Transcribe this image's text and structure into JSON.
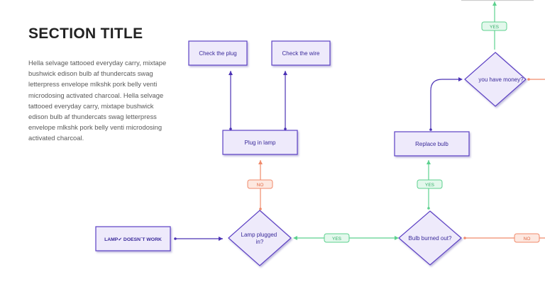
{
  "section": {
    "title": "SECTION TITLE",
    "body": "Hella selvage tattooed everyday carry, mixtape bushwick edison bulb af thundercats swag letterpress envelope mlkshk pork belly venti microdosing activated charcoal. Hella selvage tattooed everyday carry, mixtape bushwick edison bulb af thundercats swag letterpress envelope mlkshk pork belly venti microdosing activated charcoal."
  },
  "flowchart": {
    "start": "LAMP✔ DOESN´T WORK",
    "lamp_plugged_in": [
      "Lamp plugged",
      "in?"
    ],
    "plug_in_lamp": "Plug in lamp",
    "check_plug": "Check the plug",
    "check_wire": "Check the wire",
    "bulb_burned_out": "Bulb burned out?",
    "replace_bulb": "Replace bulb",
    "have_money": "you have money?",
    "yes_label": "YES",
    "no_label": "NO"
  },
  "colors": {
    "node_fill": "#eeeafb",
    "node_stroke": "#5b3fc4",
    "text": "#3a2a9a",
    "yes": "#5cd18e",
    "no": "#f08a6b"
  }
}
